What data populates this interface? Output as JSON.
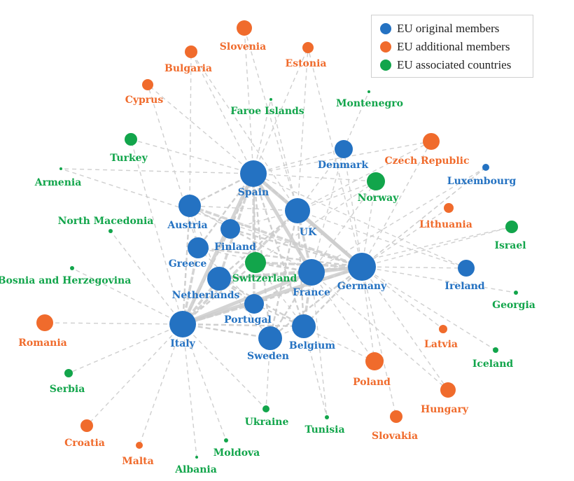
{
  "colors": {
    "original": "#2472c2",
    "additional": "#f06b2c",
    "associated": "#12a54b",
    "edge": "#cccccc"
  },
  "legend": [
    {
      "label": "EU original members",
      "group": "original"
    },
    {
      "label": "EU additional members",
      "group": "additional"
    },
    {
      "label": "EU associated countries",
      "group": "associated"
    }
  ],
  "nodes": [
    {
      "id": "spain",
      "label": "Spain",
      "group": "original",
      "size": 19
    },
    {
      "id": "uk",
      "label": "UK",
      "group": "original",
      "size": 18
    },
    {
      "id": "germany",
      "label": "Germany",
      "group": "original",
      "size": 20
    },
    {
      "id": "france",
      "label": "France",
      "group": "original",
      "size": 19
    },
    {
      "id": "italy",
      "label": "Italy",
      "group": "original",
      "size": 19
    },
    {
      "id": "netherlands",
      "label": "Netherlands",
      "group": "original",
      "size": 17
    },
    {
      "id": "austria",
      "label": "Austria",
      "group": "original",
      "size": 16
    },
    {
      "id": "finland",
      "label": "Finland",
      "group": "original",
      "size": 14
    },
    {
      "id": "greece",
      "label": "Greece",
      "group": "original",
      "size": 15
    },
    {
      "id": "portugal",
      "label": "Portugal",
      "group": "original",
      "size": 14
    },
    {
      "id": "sweden",
      "label": "Sweden",
      "group": "original",
      "size": 17
    },
    {
      "id": "belgium",
      "label": "Belgium",
      "group": "original",
      "size": 17
    },
    {
      "id": "denmark",
      "label": "Denmark",
      "group": "original",
      "size": 13
    },
    {
      "id": "ireland",
      "label": "Ireland",
      "group": "original",
      "size": 12
    },
    {
      "id": "luxembourg",
      "label": "Luxembourg",
      "group": "original",
      "size": 5
    },
    {
      "id": "switzerland",
      "label": "Switzerland",
      "group": "associated",
      "size": 15
    },
    {
      "id": "norway",
      "label": "Norway",
      "group": "associated",
      "size": 13
    },
    {
      "id": "turkey",
      "label": "Turkey",
      "group": "associated",
      "size": 9
    },
    {
      "id": "israel",
      "label": "Israel",
      "group": "associated",
      "size": 9
    },
    {
      "id": "serbia",
      "label": "Serbia",
      "group": "associated",
      "size": 6
    },
    {
      "id": "ukraine",
      "label": "Ukraine",
      "group": "associated",
      "size": 5
    },
    {
      "id": "faroe",
      "label": "Faroe Islands",
      "group": "associated",
      "size": 2
    },
    {
      "id": "montenegro",
      "label": "Montenegro",
      "group": "associated",
      "size": 2
    },
    {
      "id": "armenia",
      "label": "Armenia",
      "group": "associated",
      "size": 2
    },
    {
      "id": "northmacedonia",
      "label": "North Macedonia",
      "group": "associated",
      "size": 3
    },
    {
      "id": "bosnia",
      "label": "Bosnia and Herzegovina",
      "group": "associated",
      "size": 3
    },
    {
      "id": "georgia",
      "label": "Georgia",
      "group": "associated",
      "size": 3
    },
    {
      "id": "iceland",
      "label": "Iceland",
      "group": "associated",
      "size": 4
    },
    {
      "id": "tunisia",
      "label": "Tunisia",
      "group": "associated",
      "size": 3
    },
    {
      "id": "moldova",
      "label": "Moldova",
      "group": "associated",
      "size": 3
    },
    {
      "id": "albania",
      "label": "Albania",
      "group": "associated",
      "size": 2
    },
    {
      "id": "slovenia",
      "label": "Slovenia",
      "group": "additional",
      "size": 11
    },
    {
      "id": "bulgaria",
      "label": "Bulgaria",
      "group": "additional",
      "size": 9
    },
    {
      "id": "estonia",
      "label": "Estonia",
      "group": "additional",
      "size": 8
    },
    {
      "id": "cyprus",
      "label": "Cyprus",
      "group": "additional",
      "size": 8
    },
    {
      "id": "czech",
      "label": "Czech Republic",
      "group": "additional",
      "size": 12
    },
    {
      "id": "lithuania",
      "label": "Lithuania",
      "group": "additional",
      "size": 7
    },
    {
      "id": "romania",
      "label": "Romania",
      "group": "additional",
      "size": 12
    },
    {
      "id": "latvia",
      "label": "Latvia",
      "group": "additional",
      "size": 6
    },
    {
      "id": "poland",
      "label": "Poland",
      "group": "additional",
      "size": 13
    },
    {
      "id": "hungary",
      "label": "Hungary",
      "group": "additional",
      "size": 11
    },
    {
      "id": "slovakia",
      "label": "Slovakia",
      "group": "additional",
      "size": 9
    },
    {
      "id": "croatia",
      "label": "Croatia",
      "group": "additional",
      "size": 9
    },
    {
      "id": "malta",
      "label": "Malta",
      "group": "additional",
      "size": 5
    }
  ],
  "edges": [
    {
      "source": "spain",
      "target": "italy",
      "weight": 4
    },
    {
      "source": "spain",
      "target": "germany",
      "weight": 4
    },
    {
      "source": "spain",
      "target": "france",
      "weight": 4
    },
    {
      "source": "spain",
      "target": "uk",
      "weight": 3
    },
    {
      "source": "spain",
      "target": "netherlands",
      "weight": 3
    },
    {
      "source": "spain",
      "target": "portugal",
      "weight": 3
    },
    {
      "source": "spain",
      "target": "austria",
      "weight": 2
    },
    {
      "source": "spain",
      "target": "greece",
      "weight": 2
    },
    {
      "source": "spain",
      "target": "finland",
      "weight": 2
    },
    {
      "source": "spain",
      "target": "belgium",
      "weight": 2
    },
    {
      "source": "spain",
      "target": "sweden",
      "weight": 2
    },
    {
      "source": "spain",
      "target": "switzerland",
      "weight": 2
    },
    {
      "source": "spain",
      "target": "denmark",
      "weight": 1
    },
    {
      "source": "spain",
      "target": "norway",
      "weight": 1
    },
    {
      "source": "uk",
      "target": "germany",
      "weight": 4
    },
    {
      "source": "uk",
      "target": "france",
      "weight": 3
    },
    {
      "source": "uk",
      "target": "italy",
      "weight": 3
    },
    {
      "source": "uk",
      "target": "netherlands",
      "weight": 2
    },
    {
      "source": "uk",
      "target": "belgium",
      "weight": 2
    },
    {
      "source": "uk",
      "target": "sweden",
      "weight": 2
    },
    {
      "source": "uk",
      "target": "denmark",
      "weight": 1
    },
    {
      "source": "uk",
      "target": "norway",
      "weight": 1
    },
    {
      "source": "uk",
      "target": "finland",
      "weight": 1
    },
    {
      "source": "uk",
      "target": "austria",
      "weight": 1
    },
    {
      "source": "germany",
      "target": "france",
      "weight": 4
    },
    {
      "source": "germany",
      "target": "italy",
      "weight": 4
    },
    {
      "source": "germany",
      "target": "netherlands",
      "weight": 3
    },
    {
      "source": "germany",
      "target": "austria",
      "weight": 3
    },
    {
      "source": "germany",
      "target": "switzerland",
      "weight": 3
    },
    {
      "source": "germany",
      "target": "belgium",
      "weight": 2
    },
    {
      "source": "germany",
      "target": "sweden",
      "weight": 2
    },
    {
      "source": "germany",
      "target": "portugal",
      "weight": 2
    },
    {
      "source": "germany",
      "target": "greece",
      "weight": 2
    },
    {
      "source": "germany",
      "target": "finland",
      "weight": 2
    },
    {
      "source": "germany",
      "target": "denmark",
      "weight": 1
    },
    {
      "source": "germany",
      "target": "norway",
      "weight": 1
    },
    {
      "source": "germany",
      "target": "ireland",
      "weight": 1
    },
    {
      "source": "france",
      "target": "italy",
      "weight": 4
    },
    {
      "source": "france",
      "target": "netherlands",
      "weight": 3
    },
    {
      "source": "france",
      "target": "belgium",
      "weight": 3
    },
    {
      "source": "france",
      "target": "portugal",
      "weight": 2
    },
    {
      "source": "france",
      "target": "switzerland",
      "weight": 2
    },
    {
      "source": "france",
      "target": "sweden",
      "weight": 2
    },
    {
      "source": "france",
      "target": "greece",
      "weight": 1
    },
    {
      "source": "france",
      "target": "austria",
      "weight": 1
    },
    {
      "source": "france",
      "target": "finland",
      "weight": 1
    },
    {
      "source": "italy",
      "target": "netherlands",
      "weight": 3
    },
    {
      "source": "italy",
      "target": "greece",
      "weight": 3
    },
    {
      "source": "italy",
      "target": "portugal",
      "weight": 3
    },
    {
      "source": "italy",
      "target": "austria",
      "weight": 2
    },
    {
      "source": "italy",
      "target": "belgium",
      "weight": 2
    },
    {
      "source": "italy",
      "target": "sweden",
      "weight": 2
    },
    {
      "source": "italy",
      "target": "switzerland",
      "weight": 2
    },
    {
      "source": "italy",
      "target": "finland",
      "weight": 1
    },
    {
      "source": "netherlands",
      "target": "belgium",
      "weight": 2
    },
    {
      "source": "netherlands",
      "target": "portugal",
      "weight": 2
    },
    {
      "source": "netherlands",
      "target": "austria",
      "weight": 1
    },
    {
      "source": "netherlands",
      "target": "sweden",
      "weight": 1
    },
    {
      "source": "austria",
      "target": "finland",
      "weight": 1
    },
    {
      "source": "austria",
      "target": "greece",
      "weight": 1
    },
    {
      "source": "greece",
      "target": "portugal",
      "weight": 1
    },
    {
      "source": "portugal",
      "target": "belgium",
      "weight": 1
    },
    {
      "source": "sweden",
      "target": "belgium",
      "weight": 1
    },
    {
      "source": "switzerland",
      "target": "belgium",
      "weight": 1
    },
    {
      "source": "denmark",
      "target": "france",
      "weight": 1
    },
    {
      "source": "norway",
      "target": "france",
      "weight": 1
    },
    {
      "source": "ireland",
      "target": "spain",
      "weight": 1
    },
    {
      "source": "luxembourg",
      "target": "germany",
      "weight": 1
    },
    {
      "source": "luxembourg",
      "target": "france",
      "weight": 1
    },
    {
      "source": "spain",
      "target": "slovenia",
      "weight": 1
    },
    {
      "source": "spain",
      "target": "bulgaria",
      "weight": 1
    },
    {
      "source": "spain",
      "target": "cyprus",
      "weight": 1
    },
    {
      "source": "spain",
      "target": "turkey",
      "weight": 1
    },
    {
      "source": "spain",
      "target": "armenia",
      "weight": 1
    },
    {
      "source": "spain",
      "target": "faroe",
      "weight": 1
    },
    {
      "source": "spain",
      "target": "estonia",
      "weight": 1
    },
    {
      "source": "spain",
      "target": "czech",
      "weight": 1
    },
    {
      "source": "uk",
      "target": "estonia",
      "weight": 1
    },
    {
      "source": "uk",
      "target": "faroe",
      "weight": 1
    },
    {
      "source": "uk",
      "target": "slovenia",
      "weight": 1
    },
    {
      "source": "uk",
      "target": "bulgaria",
      "weight": 1
    },
    {
      "source": "uk",
      "target": "czech",
      "weight": 1
    },
    {
      "source": "denmark",
      "target": "montenegro",
      "weight": 1
    },
    {
      "source": "germany",
      "target": "czech",
      "weight": 1
    },
    {
      "source": "germany",
      "target": "lithuania",
      "weight": 1
    },
    {
      "source": "germany",
      "target": "israel",
      "weight": 1
    },
    {
      "source": "germany",
      "target": "georgia",
      "weight": 1
    },
    {
      "source": "germany",
      "target": "latvia",
      "weight": 1
    },
    {
      "source": "germany",
      "target": "iceland",
      "weight": 1
    },
    {
      "source": "germany",
      "target": "hungary",
      "weight": 1
    },
    {
      "source": "germany",
      "target": "slovakia",
      "weight": 1
    },
    {
      "source": "germany",
      "target": "poland",
      "weight": 1
    },
    {
      "source": "germany",
      "target": "luxembourg",
      "weight": 1
    },
    {
      "source": "germany",
      "target": "estonia",
      "weight": 1
    },
    {
      "source": "germany",
      "target": "armenia",
      "weight": 1
    },
    {
      "source": "france",
      "target": "poland",
      "weight": 1
    },
    {
      "source": "france",
      "target": "tunisia",
      "weight": 1
    },
    {
      "source": "france",
      "target": "israel",
      "weight": 1
    },
    {
      "source": "france",
      "target": "hungary",
      "weight": 1
    },
    {
      "source": "italy",
      "target": "romania",
      "weight": 1
    },
    {
      "source": "italy",
      "target": "bosnia",
      "weight": 1
    },
    {
      "source": "italy",
      "target": "northmacedonia",
      "weight": 1
    },
    {
      "source": "italy",
      "target": "serbia",
      "weight": 1
    },
    {
      "source": "italy",
      "target": "croatia",
      "weight": 1
    },
    {
      "source": "italy",
      "target": "malta",
      "weight": 1
    },
    {
      "source": "italy",
      "target": "albania",
      "weight": 1
    },
    {
      "source": "italy",
      "target": "moldova",
      "weight": 1
    },
    {
      "source": "italy",
      "target": "turkey",
      "weight": 1
    },
    {
      "source": "italy",
      "target": "ukraine",
      "weight": 1
    },
    {
      "source": "sweden",
      "target": "ukraine",
      "weight": 1
    },
    {
      "source": "belgium",
      "target": "tunisia",
      "weight": 1
    },
    {
      "source": "portugal",
      "target": "poland",
      "weight": 1
    },
    {
      "source": "greece",
      "target": "cyprus",
      "weight": 1
    },
    {
      "source": "austria",
      "target": "bulgaria",
      "weight": 1
    },
    {
      "source": "uk",
      "target": "ireland",
      "weight": 1
    },
    {
      "source": "norway",
      "target": "switzerland",
      "weight": 1
    }
  ]
}
